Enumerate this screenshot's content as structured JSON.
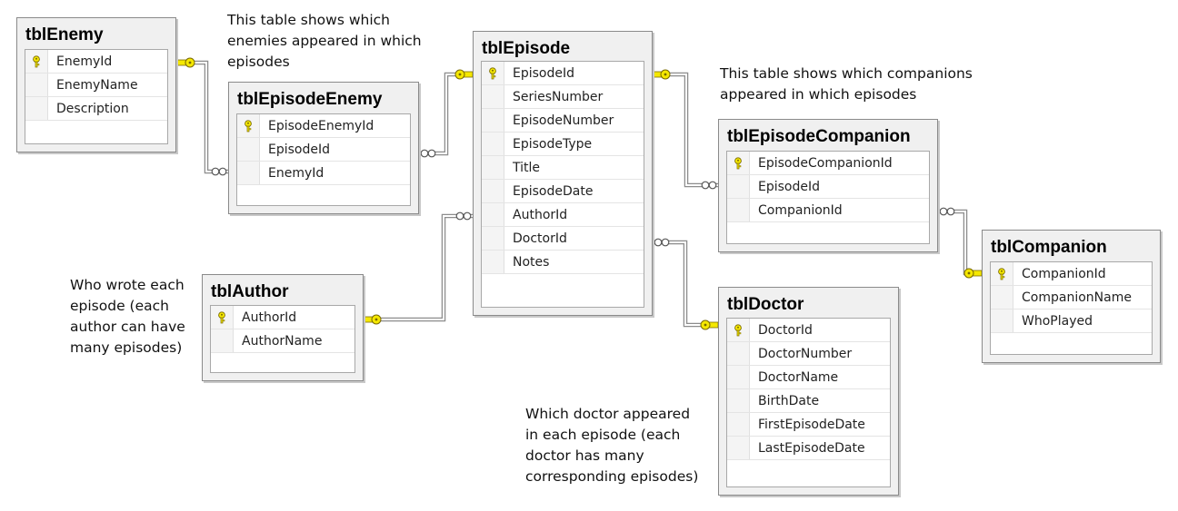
{
  "tables": {
    "enemy": {
      "title": "tblEnemy",
      "columns": [
        {
          "name": "EnemyId",
          "pk": true
        },
        {
          "name": "EnemyName",
          "pk": false
        },
        {
          "name": "Description",
          "pk": false
        }
      ]
    },
    "episodeEnemy": {
      "title": "tblEpisodeEnemy",
      "columns": [
        {
          "name": "EpisodeEnemyId",
          "pk": true
        },
        {
          "name": "EpisodeId",
          "pk": false
        },
        {
          "name": "EnemyId",
          "pk": false
        }
      ]
    },
    "episode": {
      "title": "tblEpisode",
      "columns": [
        {
          "name": "EpisodeId",
          "pk": true
        },
        {
          "name": "SeriesNumber",
          "pk": false
        },
        {
          "name": "EpisodeNumber",
          "pk": false
        },
        {
          "name": "EpisodeType",
          "pk": false
        },
        {
          "name": "Title",
          "pk": false
        },
        {
          "name": "EpisodeDate",
          "pk": false
        },
        {
          "name": "AuthorId",
          "pk": false
        },
        {
          "name": "DoctorId",
          "pk": false
        },
        {
          "name": "Notes",
          "pk": false
        }
      ]
    },
    "episodeCompanion": {
      "title": "tblEpisodeCompanion",
      "columns": [
        {
          "name": "EpisodeCompanionId",
          "pk": true
        },
        {
          "name": "EpisodeId",
          "pk": false
        },
        {
          "name": "CompanionId",
          "pk": false
        }
      ]
    },
    "companion": {
      "title": "tblCompanion",
      "columns": [
        {
          "name": "CompanionId",
          "pk": true
        },
        {
          "name": "CompanionName",
          "pk": false
        },
        {
          "name": "WhoPlayed",
          "pk": false
        }
      ]
    },
    "author": {
      "title": "tblAuthor",
      "columns": [
        {
          "name": "AuthorId",
          "pk": true
        },
        {
          "name": "AuthorName",
          "pk": false
        }
      ]
    },
    "doctor": {
      "title": "tblDoctor",
      "columns": [
        {
          "name": "DoctorId",
          "pk": true
        },
        {
          "name": "DoctorNumber",
          "pk": false
        },
        {
          "name": "DoctorName",
          "pk": false
        },
        {
          "name": "BirthDate",
          "pk": false
        },
        {
          "name": "FirstEpisodeDate",
          "pk": false
        },
        {
          "name": "LastEpisodeDate",
          "pk": false
        }
      ]
    }
  },
  "notes": {
    "enemyNote": [
      "This table shows which",
      "enemies appeared in which",
      "episodes"
    ],
    "companionNote": [
      "This table shows which companions",
      "appeared in which episodes"
    ],
    "authorNote": [
      "Who wrote each",
      "episode (each",
      "author can have",
      "many episodes)"
    ],
    "doctorNote": [
      "Which doctor appeared",
      "in each episode (each",
      "doctor has many",
      "corresponding episodes)"
    ]
  },
  "colors": {
    "keyYellow": "#f5e800",
    "keyOutline": "#7a6a00",
    "connector": "#8c8c8c"
  }
}
